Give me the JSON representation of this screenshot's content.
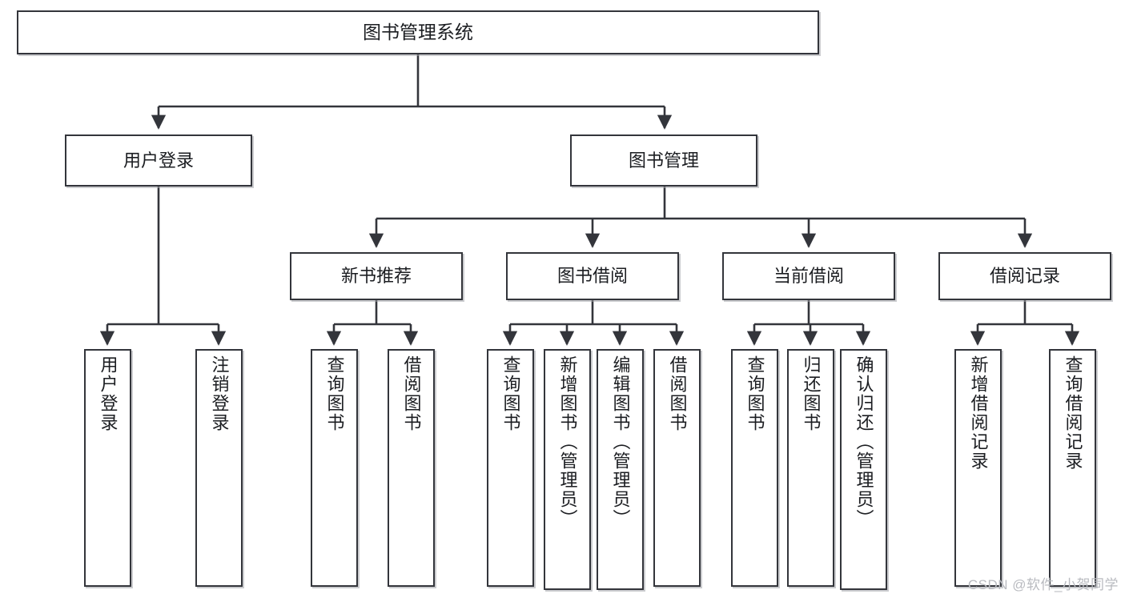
{
  "diagram": {
    "title": "图书管理系统",
    "type": "hierarchy-tree",
    "watermark": "CSDN @软件_小贺同学",
    "colors": {
      "box_border": "#33353b",
      "box_fill": "#ffffff",
      "connector": "#33353b",
      "text": "#1b1d21",
      "watermark": "#b9bbc0",
      "background": "#ffffff"
    },
    "root": {
      "label": "图书管理系统"
    },
    "level2": [
      {
        "label": "用户登录"
      },
      {
        "label": "图书管理"
      }
    ],
    "level3": [
      {
        "label": "新书推荐"
      },
      {
        "label": "图书借阅"
      },
      {
        "label": "当前借阅"
      },
      {
        "label": "借阅记录"
      }
    ],
    "leaves": {
      "user_login": [
        {
          "label": "用户登录"
        },
        {
          "label": "注销登录"
        }
      ],
      "new_book_recommend": [
        {
          "label": "查询图书"
        },
        {
          "label": "借阅图书"
        }
      ],
      "book_borrow": [
        {
          "label": "查询图书"
        },
        {
          "label": "新增图书（管理员）"
        },
        {
          "label": "编辑图书（管理员）"
        },
        {
          "label": "借阅图书"
        }
      ],
      "current_borrow": [
        {
          "label": "查询图书"
        },
        {
          "label": "归还图书"
        },
        {
          "label": "确认归还（管理员）"
        }
      ],
      "borrow_record": [
        {
          "label": "新增借阅记录"
        },
        {
          "label": "查询借阅记录"
        }
      ]
    }
  }
}
